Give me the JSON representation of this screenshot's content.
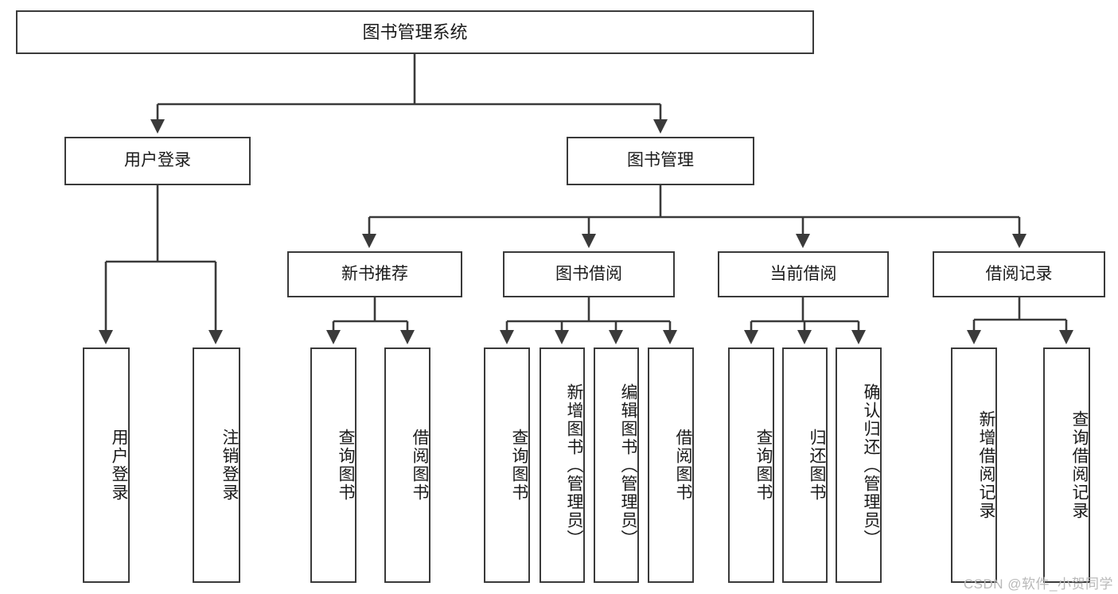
{
  "diagram": {
    "title": "图书管理系统",
    "type": "tree-hierarchy",
    "root": {
      "id": "root",
      "label": "图书管理系统"
    },
    "level1": [
      {
        "id": "user-login",
        "label": "用户登录"
      },
      {
        "id": "book-manage",
        "label": "图书管理"
      }
    ],
    "level2": [
      {
        "id": "new-book-rec",
        "label": "新书推荐",
        "parent": "book-manage"
      },
      {
        "id": "book-borrow",
        "label": "图书借阅",
        "parent": "book-manage"
      },
      {
        "id": "current-borrow",
        "label": "当前借阅",
        "parent": "book-manage"
      },
      {
        "id": "borrow-record",
        "label": "借阅记录",
        "parent": "book-manage"
      }
    ],
    "leaves": [
      {
        "id": "leaf-user-login",
        "label": "用户登录",
        "parent": "user-login"
      },
      {
        "id": "leaf-logout",
        "label": "注销登录",
        "parent": "user-login"
      },
      {
        "id": "leaf-query-book-1",
        "label": "查询图书",
        "parent": "new-book-rec"
      },
      {
        "id": "leaf-borrow-book-1",
        "label": "借阅图书",
        "parent": "new-book-rec"
      },
      {
        "id": "leaf-query-book-2",
        "label": "查询图书",
        "parent": "book-borrow"
      },
      {
        "id": "leaf-add-book",
        "label": "新增图书（管理员）",
        "parent": "book-borrow"
      },
      {
        "id": "leaf-edit-book",
        "label": "编辑图书（管理员）",
        "parent": "book-borrow"
      },
      {
        "id": "leaf-borrow-book-2",
        "label": "借阅图书",
        "parent": "book-borrow"
      },
      {
        "id": "leaf-query-book-3",
        "label": "查询图书",
        "parent": "current-borrow"
      },
      {
        "id": "leaf-return-book",
        "label": "归还图书",
        "parent": "current-borrow"
      },
      {
        "id": "leaf-confirm-return",
        "label": "确认归还（管理员）",
        "parent": "current-borrow"
      },
      {
        "id": "leaf-add-record",
        "label": "新增借阅记录",
        "parent": "borrow-record"
      },
      {
        "id": "leaf-query-record",
        "label": "查询借阅记录",
        "parent": "borrow-record"
      }
    ],
    "watermark": "CSDN @软件_小贺同学",
    "colors": {
      "stroke": "#3a3a3a",
      "fill": "#ffffff",
      "text": "#1a1a1a",
      "watermark": "#b9b9b9"
    }
  }
}
